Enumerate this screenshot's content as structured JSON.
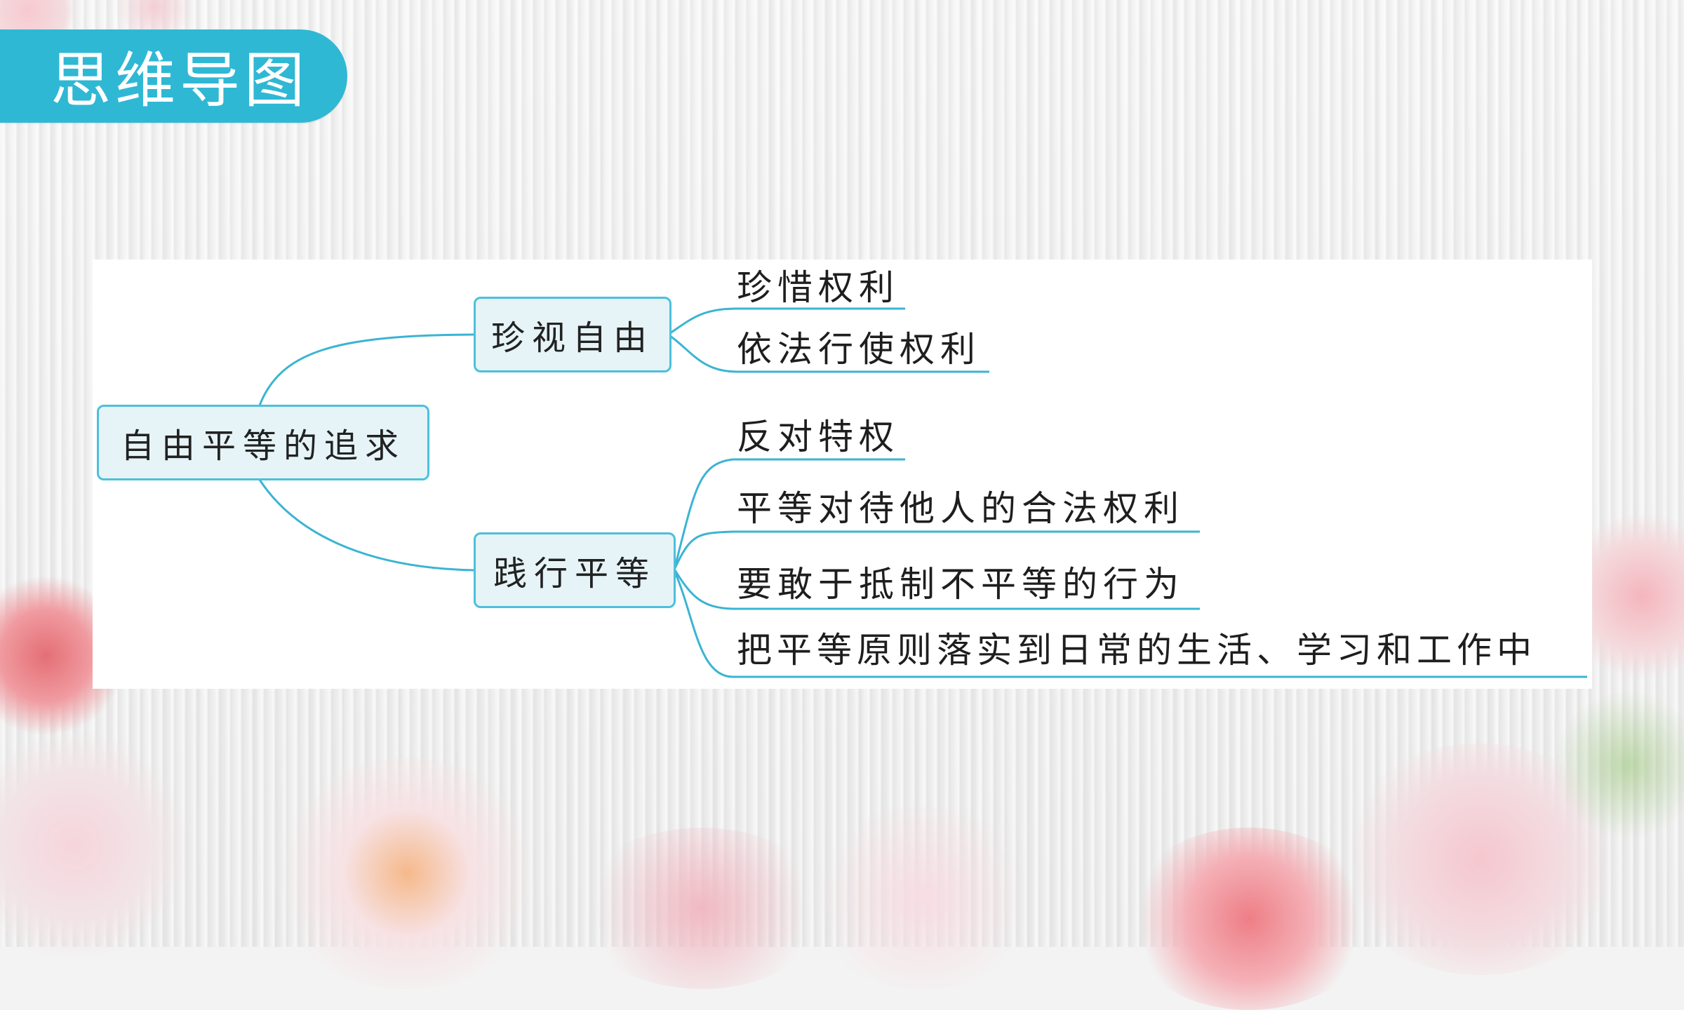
{
  "header": {
    "title": "思维导图"
  },
  "mindmap": {
    "root": "自由平等的追求",
    "branches": [
      {
        "label": "珍视自由",
        "leaves": [
          "珍惜权利",
          "依法行使权利"
        ]
      },
      {
        "label": "践行平等",
        "leaves": [
          "反对特权",
          "平等对待他人的合法权利",
          "要敢于抵制不平等的行为",
          "把平等原则落实到日常的生活、学习和工作中"
        ]
      }
    ]
  },
  "colors": {
    "accent": "#2fb8d4",
    "line": "#3bb4d3",
    "node_fill": "#e6f4f8",
    "node_border": "#4cc0db"
  }
}
